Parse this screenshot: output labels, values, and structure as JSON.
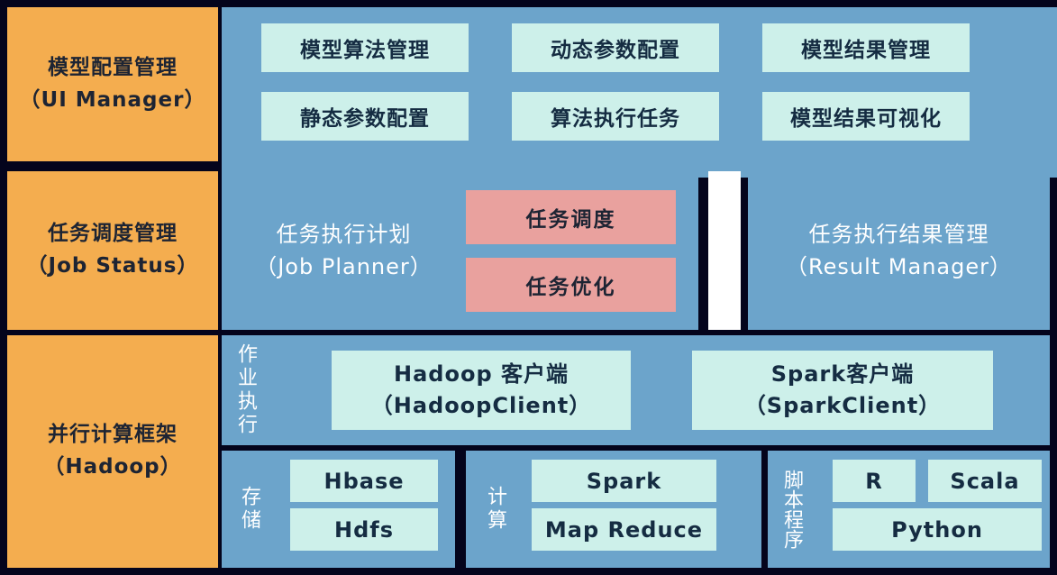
{
  "colors": {
    "background": "#04041c",
    "orange": "#f4ad4f",
    "blue": "#6ca4cb",
    "cyan": "#cdf0ea",
    "pink": "#e9a19e",
    "white_divider": "#ffffff",
    "dark_text": "#1d2433",
    "white_text": "#ffffff"
  },
  "band_model": {
    "title_cn": "模型配置管理",
    "title_en": "（UI Manager）",
    "boxes": [
      "模型算法管理",
      "动态参数配置",
      "模型结果管理",
      "静态参数配置",
      "算法执行任务",
      "模型结果可视化"
    ]
  },
  "band_job": {
    "title_cn": "任务调度管理",
    "title_en": "（Job Status）",
    "planner_cn": "任务执行计划",
    "planner_en": "（Job Planner）",
    "scheduler_box": "任务调度",
    "optimizer_box": "任务优化",
    "result_cn": "任务执行结果管理",
    "result_en": "（Result Manager）"
  },
  "band_hadoop": {
    "title_cn": "并行计算框架",
    "title_en": "（Hadoop）",
    "job_exec_label": "作业执行",
    "hadoop_client_cn": "Hadoop 客户端",
    "hadoop_client_en": "（HadoopClient）",
    "spark_client_cn": "Spark客户端",
    "spark_client_en": "（SparkClient）",
    "storage_label": "存储",
    "storage_boxes": [
      "Hbase",
      "Hdfs"
    ],
    "compute_label": "计算",
    "compute_boxes": [
      "Spark",
      "Map Reduce"
    ],
    "script_label": "脚本程序",
    "script_boxes": [
      "R",
      "Scala",
      "Python"
    ]
  }
}
